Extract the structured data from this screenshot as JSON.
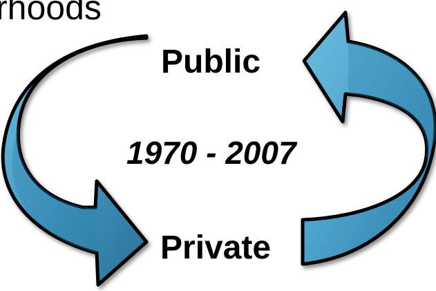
{
  "diagram": {
    "heading_fragment": "rhoods",
    "top_label": "Public",
    "middle_label": "1970 - 2007",
    "bottom_label": "Private"
  },
  "colors": {
    "arrow_fill_light": "#5fb0d6",
    "arrow_fill_dark": "#2f7da6",
    "arrow_outline": "#000000",
    "text": "#000000",
    "background": "#ffffff"
  },
  "icons": {
    "left_arrow": "curved-arrow-down-right-icon",
    "right_arrow": "curved-arrow-up-left-icon"
  }
}
